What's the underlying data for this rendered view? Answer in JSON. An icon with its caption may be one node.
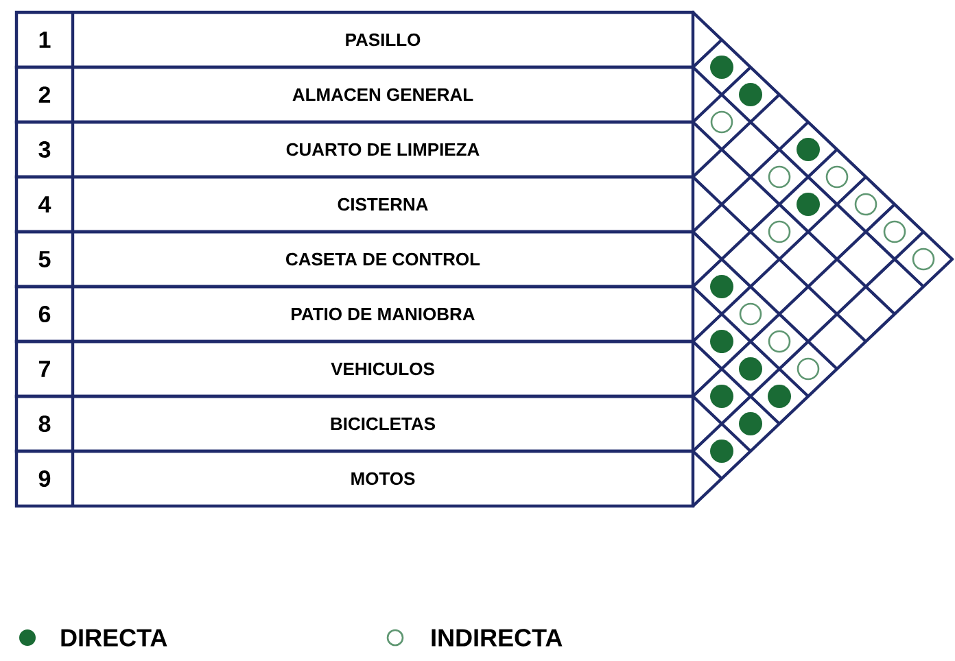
{
  "diagram": {
    "nodes": [
      {
        "text": [
          "1",
          "PASILLO"
        ]
      },
      {
        "text": [
          "2",
          "ALMACEN GENERAL"
        ]
      },
      {
        "text": [
          "3",
          "CUARTO DE LIMPIEZA"
        ]
      },
      {
        "text": [
          "4",
          "CISTERNA"
        ]
      },
      {
        "text": [
          "5",
          "CASETA DE CONTROL"
        ]
      },
      {
        "text": [
          "6",
          "PATIO DE MANIOBRA"
        ]
      },
      {
        "text": [
          "7",
          "VEHICULOS"
        ]
      },
      {
        "text": [
          "8",
          "BICICLETAS"
        ]
      },
      {
        "text": [
          "9",
          "MOTOS"
        ]
      }
    ],
    "legend": [
      {
        "text": "DIRECTA"
      },
      {
        "text": "INDIRECTA"
      }
    ]
  }
}
